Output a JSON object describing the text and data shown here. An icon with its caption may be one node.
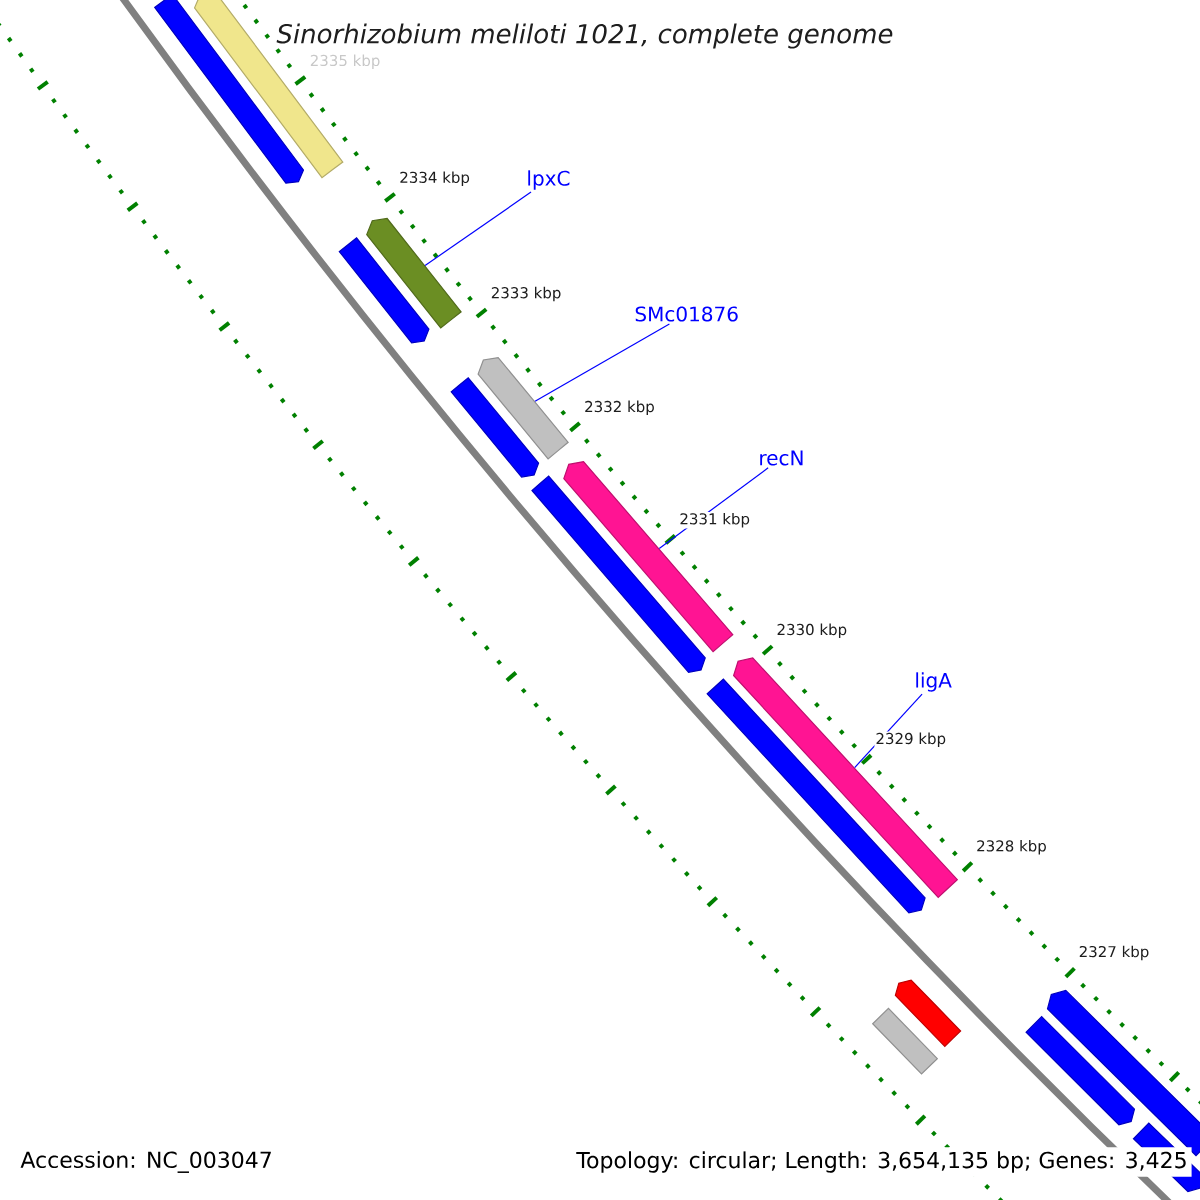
{
  "diagram": {
    "title": "*Sinorhizobium meliloti* 1021, complete genome",
    "nodes": [
      {
        "text": [],
        "shape": "bar"
      },
      {
        "text": [],
        "shape": "bar"
      },
      {
        "text": [
          "lpxC"
        ]
      },
      {
        "text": [],
        "shape": "bar"
      },
      {
        "text": [],
        "shape": "bar"
      },
      {
        "text": [
          "SMc01876"
        ]
      },
      {
        "text": [],
        "shape": "bar"
      },
      {
        "text": [],
        "shape": "bar"
      },
      {
        "text": [
          "recN"
        ]
      },
      {
        "text": [],
        "shape": "bar"
      },
      {
        "text": [],
        "shape": "bar"
      },
      {
        "text": [
          "ligA"
        ]
      },
      {
        "text": [],
        "shape": "bar"
      },
      {
        "text": [],
        "shape": "bar"
      },
      {
        "text": [],
        "shape": "bar"
      },
      {
        "text": [],
        "shape": "box"
      },
      {
        "text": [],
        "shape": "bar"
      },
      {
        "text": [],
        "shape": "bar"
      },
      {
        "text": [],
        "shape": "bar"
      }
    ],
    "edges": [
      {
        "from": 2,
        "to": 3,
        "arrow": "none"
      },
      {
        "from": 5,
        "to": 6,
        "arrow": "none"
      },
      {
        "from": 8,
        "to": 9,
        "arrow": "none"
      },
      {
        "from": 11,
        "to": 12,
        "arrow": "none"
      }
    ],
    "labels": [
      "2335 kbp",
      "2334 kbp",
      "2333 kbp",
      "2332 kbp",
      "2331 kbp",
      "2330 kbp",
      "2329 kbp",
      "2328 kbp",
      "2327 kbp",
      "Accession: NC_003047",
      "Topology: circular; Length: 3,654,135 bp; Genes: 3,425"
    ]
  }
}
